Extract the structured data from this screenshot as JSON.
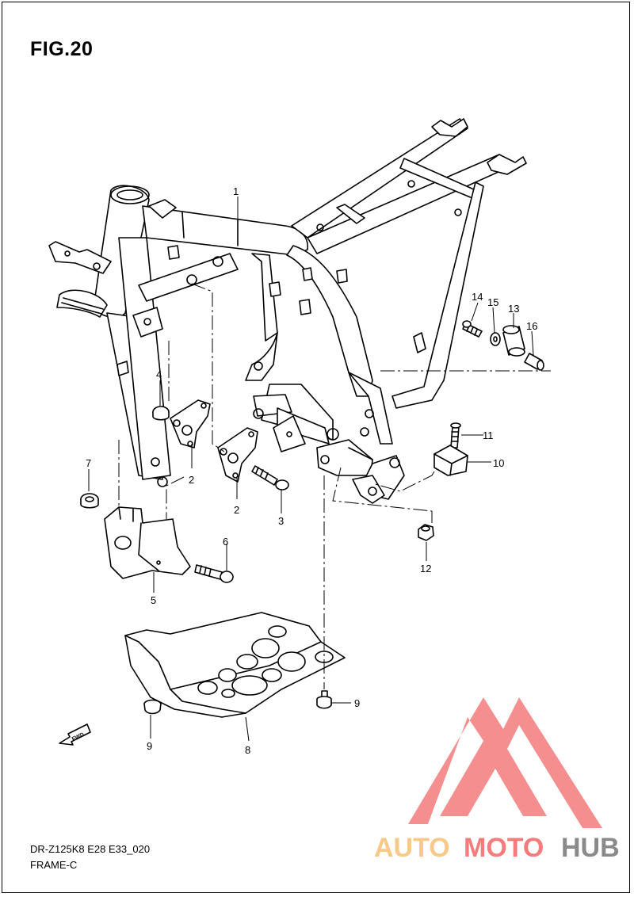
{
  "figure": {
    "title": "FIG.20",
    "model_code": "DR-Z125K8 E28 E33_020",
    "section_name": "FRAME-C"
  },
  "callouts": [
    {
      "id": "c1",
      "text": "1"
    },
    {
      "id": "c2a",
      "text": "2"
    },
    {
      "id": "c2b",
      "text": "2"
    },
    {
      "id": "c3",
      "text": "3"
    },
    {
      "id": "c4",
      "text": "4"
    },
    {
      "id": "c5",
      "text": "5"
    },
    {
      "id": "c6",
      "text": "6"
    },
    {
      "id": "c7",
      "text": "7"
    },
    {
      "id": "c8",
      "text": "8"
    },
    {
      "id": "c9a",
      "text": "9"
    },
    {
      "id": "c9b",
      "text": "9"
    },
    {
      "id": "c10",
      "text": "10"
    },
    {
      "id": "c11",
      "text": "11"
    },
    {
      "id": "c12",
      "text": "12"
    },
    {
      "id": "c13",
      "text": "13"
    },
    {
      "id": "c14",
      "text": "14"
    },
    {
      "id": "c15",
      "text": "15"
    },
    {
      "id": "c16",
      "text": "16"
    }
  ],
  "fwd_label": "FWD",
  "watermark": {
    "part1": "AUTO",
    "part2": "MOTO",
    "part3": "HUB",
    "color_auto": "#f9c98a",
    "color_moto": "#f47c7c",
    "color_hub": "#8a8a8a",
    "logo_color": "#f47c7c"
  }
}
